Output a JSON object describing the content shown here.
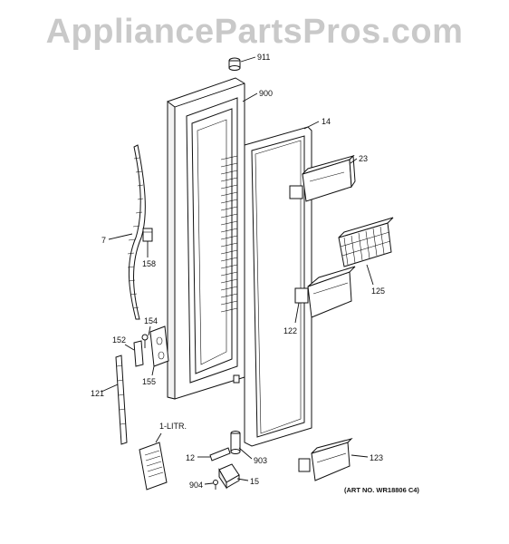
{
  "watermark": "AppliancePartsPros.com",
  "art_number": "(ART NO. WR18806 C4)",
  "parts": [
    {
      "id": "911"
    },
    {
      "id": "900"
    },
    {
      "id": "14"
    },
    {
      "id": "23"
    },
    {
      "id": "7"
    },
    {
      "id": "158"
    },
    {
      "id": "125"
    },
    {
      "id": "154"
    },
    {
      "id": "122"
    },
    {
      "id": "152"
    },
    {
      "id": "155"
    },
    {
      "id": "121"
    },
    {
      "id": "1-LITR."
    },
    {
      "id": "12"
    },
    {
      "id": "903"
    },
    {
      "id": "123"
    },
    {
      "id": "904"
    },
    {
      "id": "15"
    }
  ]
}
